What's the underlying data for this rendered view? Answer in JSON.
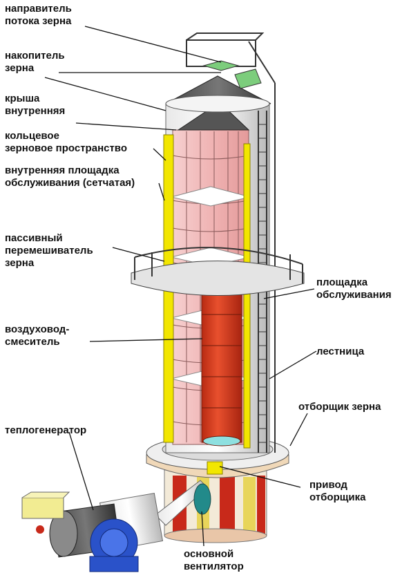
{
  "labels": {
    "flow_guide": "направитель\nпотока зерна",
    "grain_accumulator": "накопитель\nзерна",
    "inner_roof": "крыша\nвнутренняя",
    "annular_space": "кольцевое\nзерновое пространство",
    "inner_platform": "внутренняя  площадка\nобслуживания (сетчатая)",
    "passive_mixer": "пассивный\nперемешиватель\nзерна",
    "service_platform": "площадка\nобслуживания",
    "air_duct": "воздуховод-\nсмеситель",
    "ladder": "лестница",
    "grain_sampler": "отборщик зерна",
    "heat_generator": "теплогенератор",
    "sampler_drive": "привод\nотборщика",
    "main_fan": "основной\nвентилятор"
  },
  "colors": {
    "yellow_frame": "#f2e600",
    "pink_panels": "#f0b8b8",
    "red_duct": "#d9361a",
    "fan_blue": "#2a52c9",
    "steel": "#c8c8c8",
    "green_accent": "#7ccd7c"
  }
}
